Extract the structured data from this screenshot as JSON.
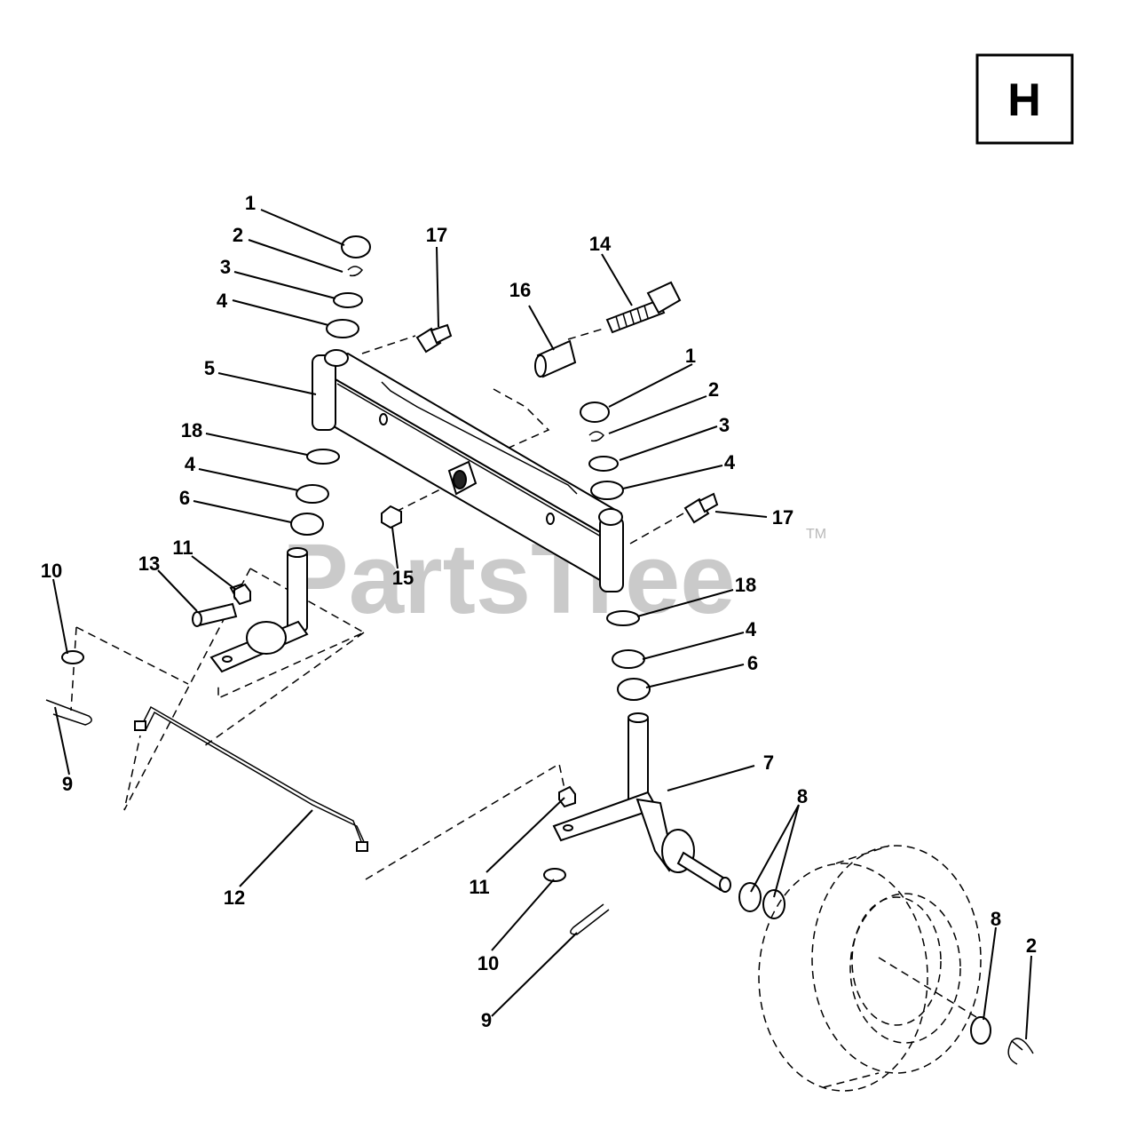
{
  "section_label": "H",
  "watermark": {
    "text": "PartsTree",
    "trademark": "TM"
  },
  "callouts": [
    "1",
    "2",
    "3",
    "4",
    "17",
    "14",
    "16",
    "5",
    "1",
    "2",
    "3",
    "4",
    "18",
    "4",
    "6",
    "17",
    "11",
    "13",
    "10",
    "15",
    "18",
    "4",
    "6",
    "9",
    "7",
    "8",
    "12",
    "11",
    "8",
    "2",
    "10",
    "9"
  ]
}
